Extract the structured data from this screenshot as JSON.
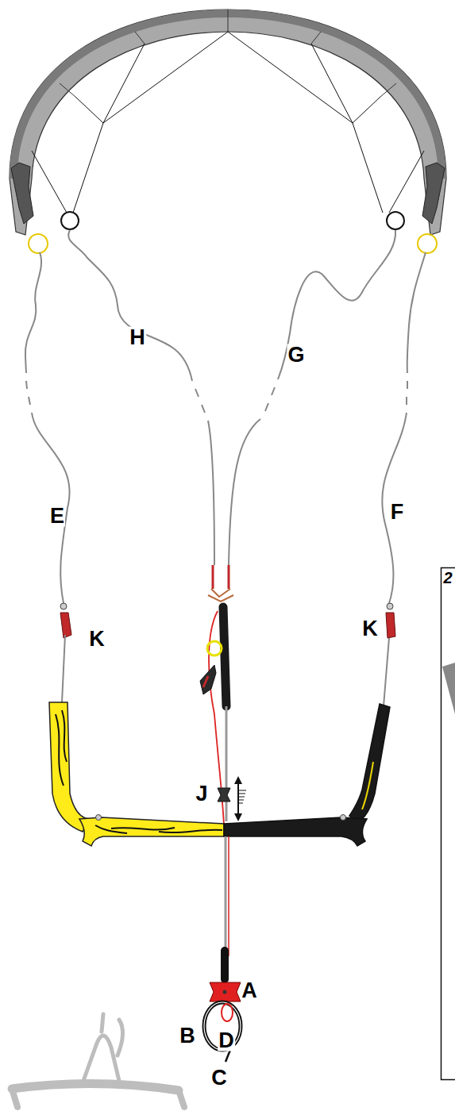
{
  "diagram": {
    "labels": [
      "H",
      "G",
      "E",
      "F",
      "K",
      "K",
      "2",
      "J",
      "A",
      "B",
      "D",
      "C"
    ]
  }
}
